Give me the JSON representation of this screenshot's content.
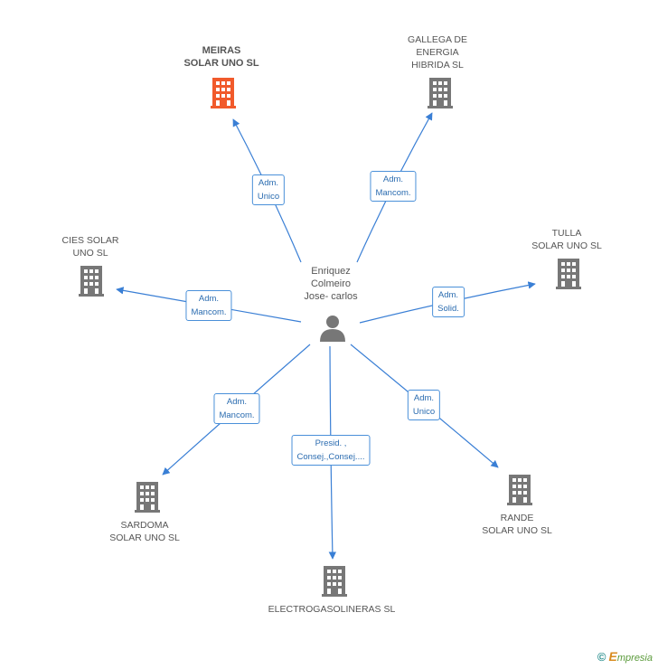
{
  "center": {
    "label": "Enriquez\nColmeiro\nJose- carlos",
    "icon": "person-icon",
    "icon_color": "#777777"
  },
  "colors": {
    "edge": "#3a7fd5",
    "company_icon": "#777777",
    "focused_company_icon": "#f15a2b"
  },
  "companies": [
    {
      "id": "meiras",
      "label": "MEIRAS\nSOLAR UNO SL",
      "focused": true,
      "role": "Adm.\nUnico"
    },
    {
      "id": "gallega",
      "label": "GALLEGA DE\nENERGIA\nHIBRIDA  SL",
      "focused": false,
      "role": "Adm.\nMancom."
    },
    {
      "id": "cies",
      "label": "CIES SOLAR\nUNO SL",
      "focused": false,
      "role": "Adm.\nMancom."
    },
    {
      "id": "tulla",
      "label": "TULLA\nSOLAR UNO SL",
      "focused": false,
      "role": "Adm.\nSolid."
    },
    {
      "id": "sardoma",
      "label": "SARDOMA\nSOLAR UNO SL",
      "focused": false,
      "role": "Adm.\nMancom."
    },
    {
      "id": "electro",
      "label": "ELECTROGASOLINERAS SL",
      "focused": false,
      "role": "Presid. ,\nConsej.,Consej...."
    },
    {
      "id": "rande",
      "label": "RANDE\nSOLAR UNO SL",
      "focused": false,
      "role": "Adm.\nUnico"
    }
  ],
  "footer": {
    "copyright_symbol": "©",
    "brand_initial": "E",
    "brand_rest": "mpresia"
  }
}
